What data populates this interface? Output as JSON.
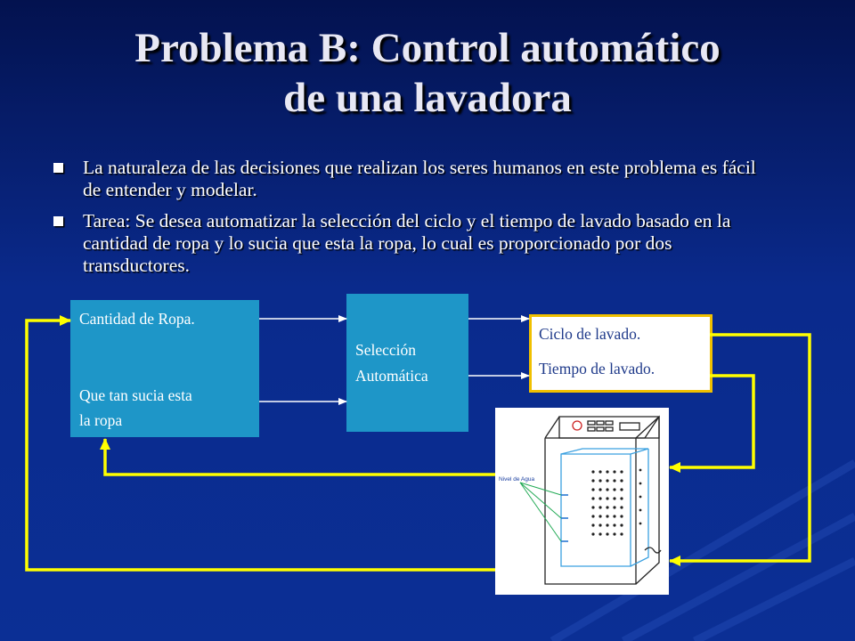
{
  "slide": {
    "title_line1": "Problema B: Control automático",
    "title_line2": "de una lavadora",
    "bullets": [
      "La naturaleza de las decisiones que realizan los seres humanos en este problema es fácil de entender y modelar.",
      "Tarea: Se desea automatizar la selección del ciclo  y el tiempo de lavado basado en la cantidad de ropa y lo sucia que esta la ropa, lo cual es proporcionado por dos transductores."
    ]
  },
  "diagram": {
    "inputs": {
      "quantity": "Cantidad de Ropa.",
      "dirt_line1": "Que tan  sucia esta",
      "dirt_line2": "la ropa"
    },
    "selector": {
      "line1": "Selección",
      "line2": "Automática"
    },
    "outputs": {
      "cycle": "Ciclo de lavado.",
      "time": "Tiempo de lavado."
    },
    "washer_label": "Nivel de Agua"
  },
  "colors": {
    "background": "#0a2a8a",
    "box_fill": "#1e96c8",
    "feedback_line": "#ffff00",
    "output_border": "#f0c000"
  }
}
